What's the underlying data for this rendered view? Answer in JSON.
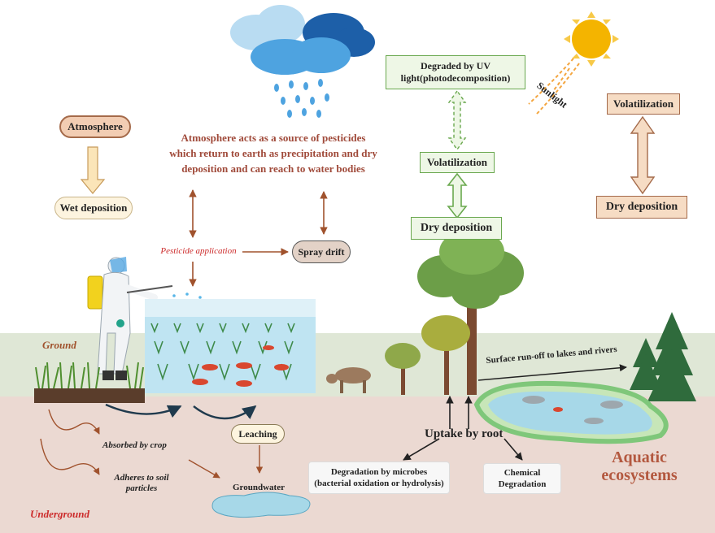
{
  "labels": {
    "atmosphere": "Atmosphere",
    "wet_deposition": "Wet deposition",
    "atmosphere_note": "Atmosphere acts as a source of pesticides which return to earth as precipitation and dry deposition and can reach to water bodies",
    "pesticide_application": "Pesticide application",
    "spray_drift": "Spray drift",
    "degraded_uv": "Degraded by UV light(photodecomposition)",
    "volatilization_center": "Volatilization",
    "dry_deposition_center": "Dry deposition",
    "sunlight": "Sunlight",
    "volatilization_right": "Volatilization",
    "dry_deposition_right": "Dry deposition",
    "ground": "Ground",
    "underground": "Underground",
    "surface_runoff": "Surface run-off to lakes and rivers",
    "leaching": "Leaching",
    "groundwater": "Groundwater",
    "absorbed_by_crop": "Absorbed by crop",
    "adheres_to_soil": "Adheres to soil particles",
    "uptake_by_root": "Uptake by root",
    "degradation_microbes": "Degradation by microbes (bacterial oxidation or hydrolysis)",
    "chemical_degradation": "Chemical Degradation",
    "aquatic_ecosystems": "Aquatic ecosystems"
  },
  "colors": {
    "atmosphere_fill": "#f2cdb3",
    "atmosphere_border": "#a46a4a",
    "brown_arrow": "#a0522d",
    "brown_text": "#a04a3a",
    "green_border": "#6aa84f",
    "green_fill": "#eef7e6",
    "ground_band": "#dfe7d6",
    "soil": "#ebd9d2",
    "water": "#a7d8e8",
    "sun": "#f4b400",
    "red_text": "#cc2a2a"
  },
  "icons": [
    "cloud-icon",
    "rain-icon",
    "sun-icon",
    "farmer-icon",
    "tree-icon",
    "pine-tree-icon",
    "cow-icon",
    "fish-icon",
    "shrimp-icon",
    "crop-field-icon"
  ]
}
